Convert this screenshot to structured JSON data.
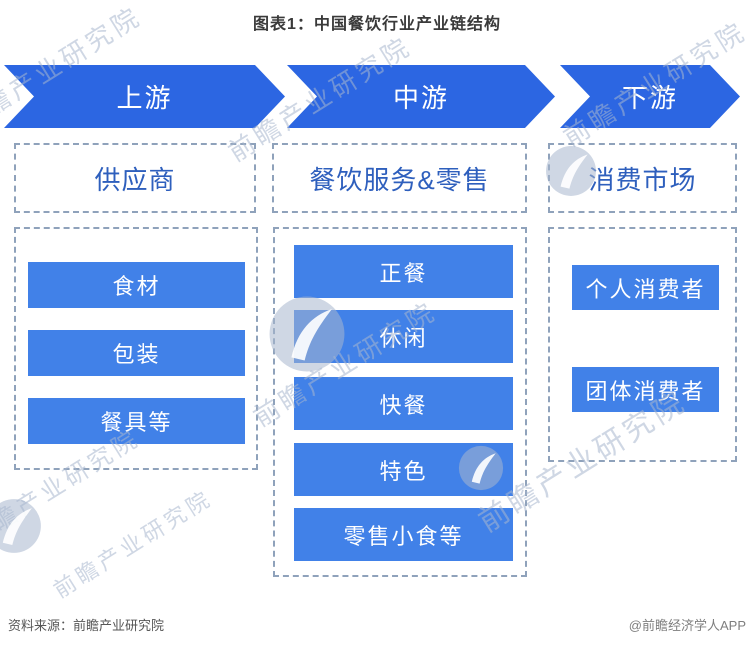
{
  "title": "图表1：中国餐饮行业产业链结构",
  "colors": {
    "arrow_blue": "#2c66e2",
    "item_blue": "#4181e8",
    "header_text_blue": "#2e5fbd",
    "dashed_border": "#8fa2bb"
  },
  "stages": [
    {
      "label": "上游",
      "header": "供应商",
      "items": [
        "食材",
        "包装",
        "餐具等"
      ]
    },
    {
      "label": "中游",
      "header": "餐饮服务&零售",
      "items": [
        "正餐",
        "休闲",
        "快餐",
        "特色",
        "零售小食等"
      ]
    },
    {
      "label": "下游",
      "header": "消费市场",
      "items": [
        "个人消费者",
        "团体消费者"
      ]
    }
  ],
  "footer": {
    "source": "资料来源：前瞻产业研究院",
    "credit": "@前瞻经济学人APP"
  },
  "watermark": {
    "text": "前瞻产业研究院"
  }
}
